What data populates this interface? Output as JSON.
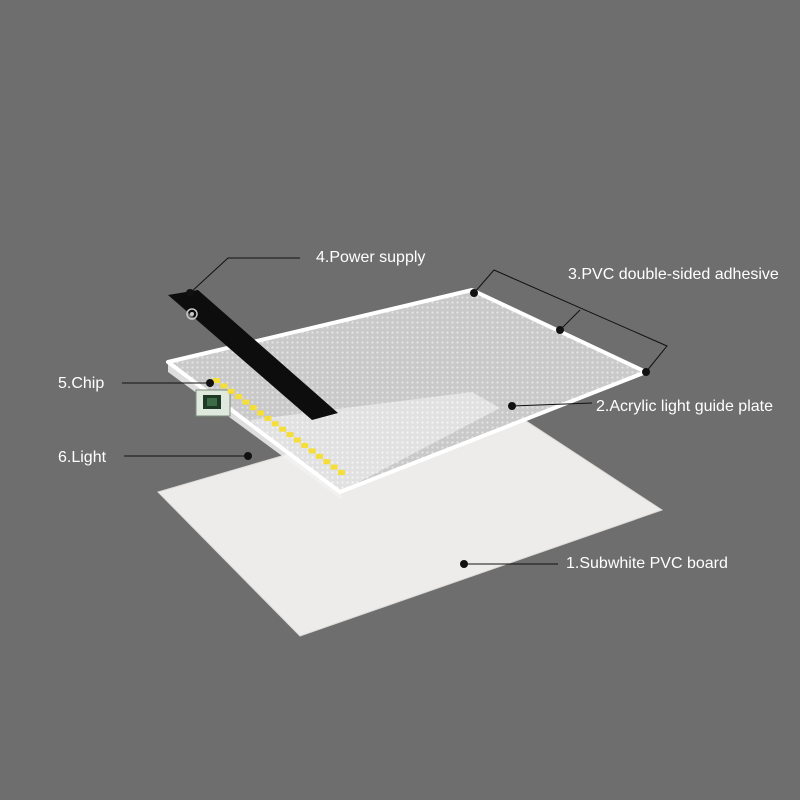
{
  "labels": {
    "power_supply": "4.Power supply",
    "pvc_adhesive": "3.PVC double-sided adhesive",
    "chip": "5.Chip",
    "acrylic_plate": "2.Acrylic light guide plate",
    "light": "6.Light",
    "pvc_board": "1.Subwhite PVC board"
  },
  "colors": {
    "background": "#6e6e6f",
    "board": "#eeecea",
    "led": "#f5dd3a",
    "power_strip": "#0d0d0d",
    "frame": "#ffffff"
  }
}
